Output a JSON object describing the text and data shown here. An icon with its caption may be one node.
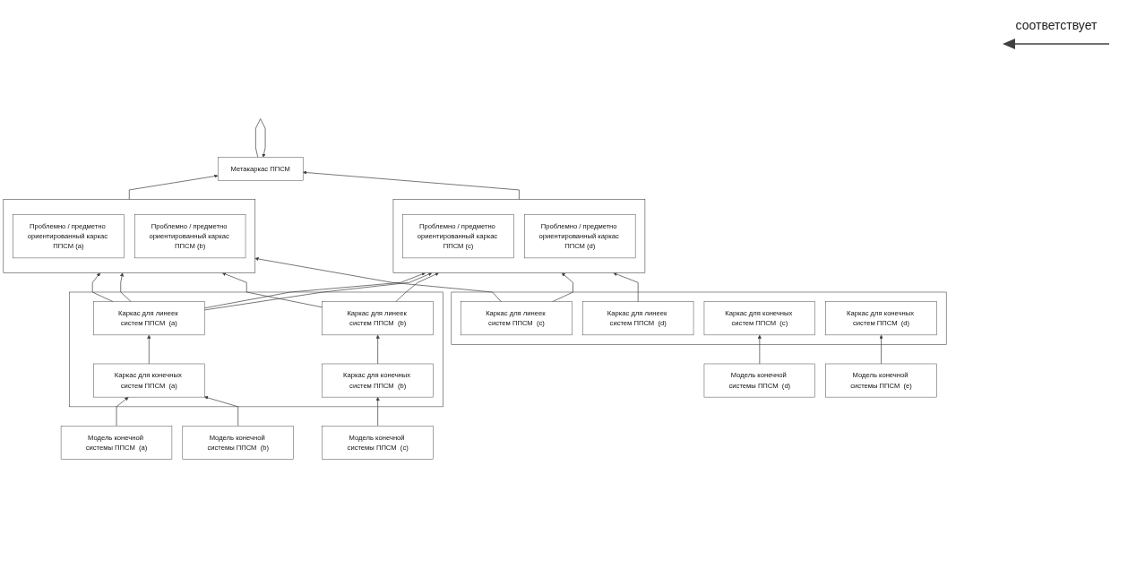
{
  "diagram": {
    "nodes": [
      {
        "text": [
          "Метакаркас ППСМ"
        ]
      },
      {
        "text": [],
        "shape": "box"
      },
      {
        "text": [
          "Проблемно / предметно ориентированный каркас ППСМ (a)"
        ],
        "in": 1
      },
      {
        "text": [
          "Проблемно / предметно ориентированный каркас ППСМ (b)"
        ],
        "in": 1
      },
      {
        "text": [],
        "shape": "box"
      },
      {
        "text": [
          "Проблемно / предметно ориентированный каркас ППСМ (c)"
        ],
        "in": 4
      },
      {
        "text": [
          "Проблемно / предметно ориентированный каркас ППСМ (d)"
        ],
        "in": 4
      },
      {
        "text": [],
        "shape": "box"
      },
      {
        "text": [
          "Каркас для линеек систем ППСМ  (a)"
        ],
        "in": 7
      },
      {
        "text": [
          "Каркас для линеек систем ППСМ  (b)"
        ],
        "in": 7
      },
      {
        "text": [
          "Каркас для конечных систем ППСМ  (a)"
        ],
        "in": 7
      },
      {
        "text": [
          "Каркас для конечных систем ППСМ  (b)"
        ],
        "in": 7
      },
      {
        "text": [],
        "shape": "box"
      },
      {
        "text": [
          "Каркас для линеек систем ППСМ  (c)"
        ],
        "in": 12
      },
      {
        "text": [
          "Каркас для линеек систем ППСМ  (d)"
        ],
        "in": 12
      },
      {
        "text": [
          "Каркас для конечных систем ППСМ  (c)"
        ],
        "in": 12
      },
      {
        "text": [
          "Каркас для конечных систем ППСМ  (d)"
        ],
        "in": 12
      },
      {
        "text": [
          "Модель конечной системы ППСМ  (a)"
        ]
      },
      {
        "text": [
          "Модель конечной системы ППСМ  (b)"
        ]
      },
      {
        "text": [
          "Модель конечной системы ППСМ  (c)"
        ]
      },
      {
        "text": [
          "Модель конечной системы ППСМ  (d)"
        ]
      },
      {
        "text": [
          "Модель конечной системы ППСМ  (e)"
        ]
      }
    ],
    "edges": [
      {
        "from": 0,
        "to": 0,
        "arrow": "to"
      },
      {
        "from": 1,
        "to": 0,
        "arrow": "to"
      },
      {
        "from": 4,
        "to": 0,
        "arrow": "to"
      },
      {
        "from": 8,
        "to": 1,
        "arrow": "to"
      },
      {
        "from": 8,
        "to": 1,
        "arrow": "to"
      },
      {
        "from": 8,
        "to": 4,
        "arrow": "to"
      },
      {
        "from": 8,
        "to": 4,
        "arrow": "to"
      },
      {
        "from": 9,
        "to": 1,
        "arrow": "to"
      },
      {
        "from": 9,
        "to": 4,
        "arrow": "to"
      },
      {
        "from": 13,
        "to": 1,
        "arrow": "to"
      },
      {
        "from": 13,
        "to": 4,
        "arrow": "to"
      },
      {
        "from": 14,
        "to": 4,
        "arrow": "to"
      },
      {
        "from": 10,
        "to": 8,
        "arrow": "to"
      },
      {
        "from": 11,
        "to": 9,
        "arrow": "to"
      },
      {
        "from": 17,
        "to": 10,
        "arrow": "to"
      },
      {
        "from": 18,
        "to": 10,
        "arrow": "to"
      },
      {
        "from": 19,
        "to": 11,
        "arrow": "to"
      },
      {
        "from": 20,
        "to": 15,
        "arrow": "to"
      },
      {
        "from": 21,
        "to": 16,
        "arrow": "to"
      }
    ],
    "legend": [
      {
        "text": "соответствует"
      }
    ]
  }
}
